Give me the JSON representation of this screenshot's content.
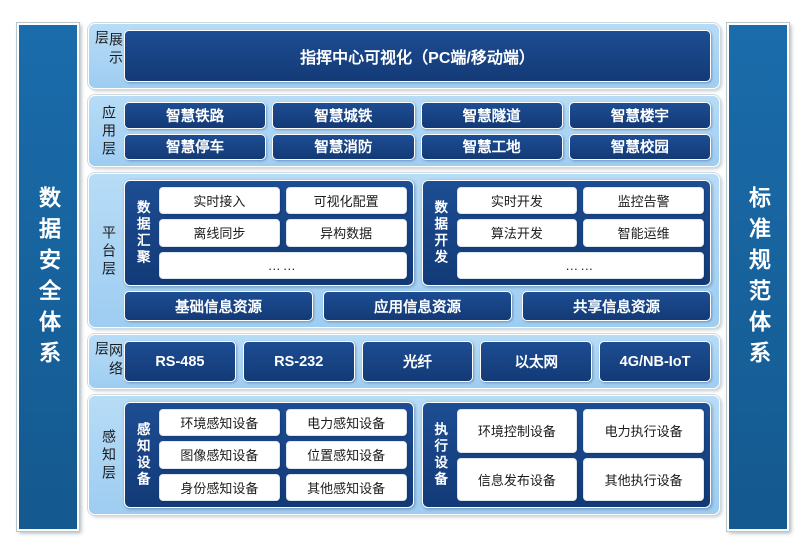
{
  "pillars": {
    "left": {
      "name": "data-security-system",
      "text": "数据安全体系"
    },
    "right": {
      "name": "standard-specification-system",
      "text": "标准规范体系"
    }
  },
  "colors": {
    "panel_light_blue": "#b7dcf6",
    "box_navy": "#1d4d93",
    "pillar_blue": "#1a6cab",
    "chip_white": "#ffffff",
    "page_background": "#ffffff"
  },
  "layers": [
    {
      "id": "display-layer",
      "label": "展示层",
      "banner": "指挥中心可视化（PC端/移动端）"
    },
    {
      "id": "application-layer",
      "label": "应用层",
      "rows": [
        [
          "智慧铁路",
          "智慧城铁",
          "智慧隧道",
          "智慧楼宇"
        ],
        [
          "智慧停车",
          "智慧消防",
          "智慧工地",
          "智慧校园"
        ]
      ]
    },
    {
      "id": "platform-layer",
      "label": "平台层",
      "groups": [
        {
          "title": "数据汇聚",
          "rows": [
            [
              "实时接入",
              "可视化配置"
            ],
            [
              "离线同步",
              "异构数据"
            ]
          ],
          "more": "……"
        },
        {
          "title": "数据开发",
          "rows": [
            [
              "实时开发",
              "监控告警"
            ],
            [
              "算法开发",
              "智能运维"
            ]
          ],
          "more": "……"
        }
      ],
      "resources": [
        "基础信息资源",
        "应用信息资源",
        "共享信息资源"
      ]
    },
    {
      "id": "network-layer",
      "label": "网络层",
      "items": [
        "RS-485",
        "RS-232",
        "光纤",
        "以太网",
        "4G/NB-IoT"
      ]
    },
    {
      "id": "perception-layer",
      "label": "感知层",
      "groups": [
        {
          "title": "感知设备",
          "rows": [
            [
              "环境感知设备",
              "电力感知设备"
            ],
            [
              "图像感知设备",
              "位置感知设备"
            ],
            [
              "身份感知设备",
              "其他感知设备"
            ]
          ]
        },
        {
          "title": "执行设备",
          "rows": [
            [
              "环境控制设备",
              "电力执行设备"
            ],
            [
              "信息发布设备",
              "其他执行设备"
            ]
          ]
        }
      ]
    }
  ]
}
